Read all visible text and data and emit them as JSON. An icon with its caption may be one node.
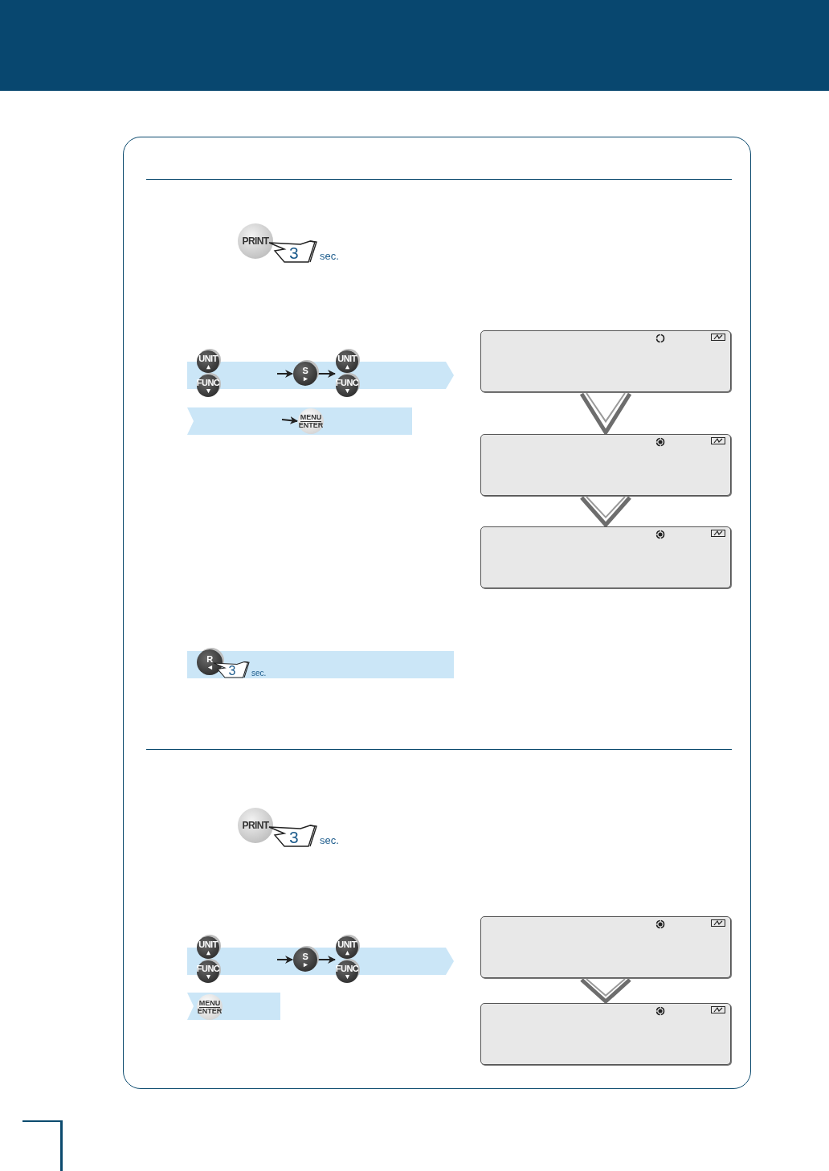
{
  "diagram": {
    "nodes": [
      {
        "text": [
          "PRINT"
        ],
        "beside": [
          "3",
          "sec."
        ]
      },
      {
        "text": [
          "UNIT"
        ]
      },
      {
        "text": [
          "FUNC"
        ]
      },
      {
        "text": [
          "S"
        ]
      },
      {
        "text": [
          "UNIT"
        ]
      },
      {
        "text": [
          "FUNC"
        ]
      },
      {
        "text": [
          "MENU",
          "ENTER"
        ]
      },
      {
        "text": [],
        "shape": "box"
      },
      {
        "text": [],
        "shape": "box"
      },
      {
        "text": [],
        "shape": "box"
      },
      {
        "text": [
          "R"
        ],
        "beside": [
          "3",
          "sec."
        ]
      },
      {
        "text": [
          "PRINT"
        ],
        "beside": [
          "3",
          "sec."
        ]
      },
      {
        "text": [
          "UNIT"
        ]
      },
      {
        "text": [
          "FUNC"
        ]
      },
      {
        "text": [
          "S"
        ]
      },
      {
        "text": [
          "UNIT"
        ]
      },
      {
        "text": [
          "FUNC"
        ]
      },
      {
        "text": [
          "MENU",
          "ENTER"
        ]
      },
      {
        "text": [],
        "shape": "box"
      },
      {
        "text": [],
        "shape": "box"
      }
    ],
    "edges": [
      {
        "from": null,
        "to": 3,
        "arrow": "to"
      },
      {
        "from": 3,
        "to": 4,
        "arrow": "to"
      },
      {
        "from": null,
        "to": 6,
        "arrow": "to"
      },
      {
        "from": 7,
        "to": 8,
        "arrow": "to",
        "style": "thick"
      },
      {
        "from": 8,
        "to": 9,
        "arrow": "to",
        "style": "thick"
      },
      {
        "from": null,
        "to": 14,
        "arrow": "to"
      },
      {
        "from": 14,
        "to": 15,
        "arrow": "to"
      },
      {
        "from": 18,
        "to": 19,
        "arrow": "to",
        "style": "thick"
      }
    ]
  }
}
